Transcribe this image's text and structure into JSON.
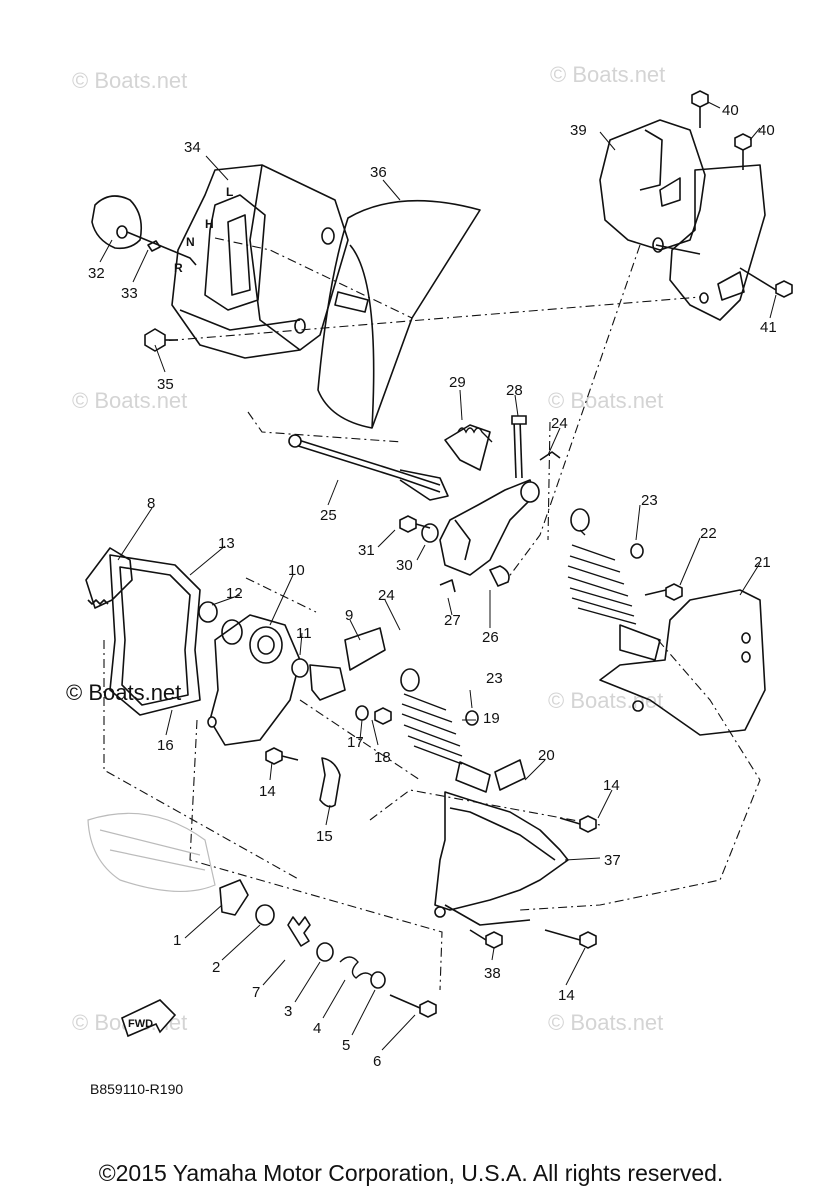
{
  "diagram_code": "B859110-R190",
  "fwd_label": "FWD",
  "watermark": "© Boats.net",
  "copyright": "©2015 Yamaha Motor Corporation, U.S.A. All rights reserved.",
  "shift_gate_letters": [
    "L",
    "H",
    "N",
    "R"
  ],
  "callouts": [
    "1",
    "2",
    "3",
    "4",
    "5",
    "6",
    "7",
    "8",
    "9",
    "10",
    "11",
    "12",
    "13",
    "14",
    "14",
    "14",
    "15",
    "16",
    "17",
    "18",
    "19",
    "20",
    "21",
    "22",
    "23",
    "23",
    "24",
    "24",
    "25",
    "26",
    "27",
    "28",
    "29",
    "30",
    "31",
    "32",
    "33",
    "34",
    "35",
    "36",
    "37",
    "38",
    "39",
    "40",
    "40",
    "41"
  ]
}
